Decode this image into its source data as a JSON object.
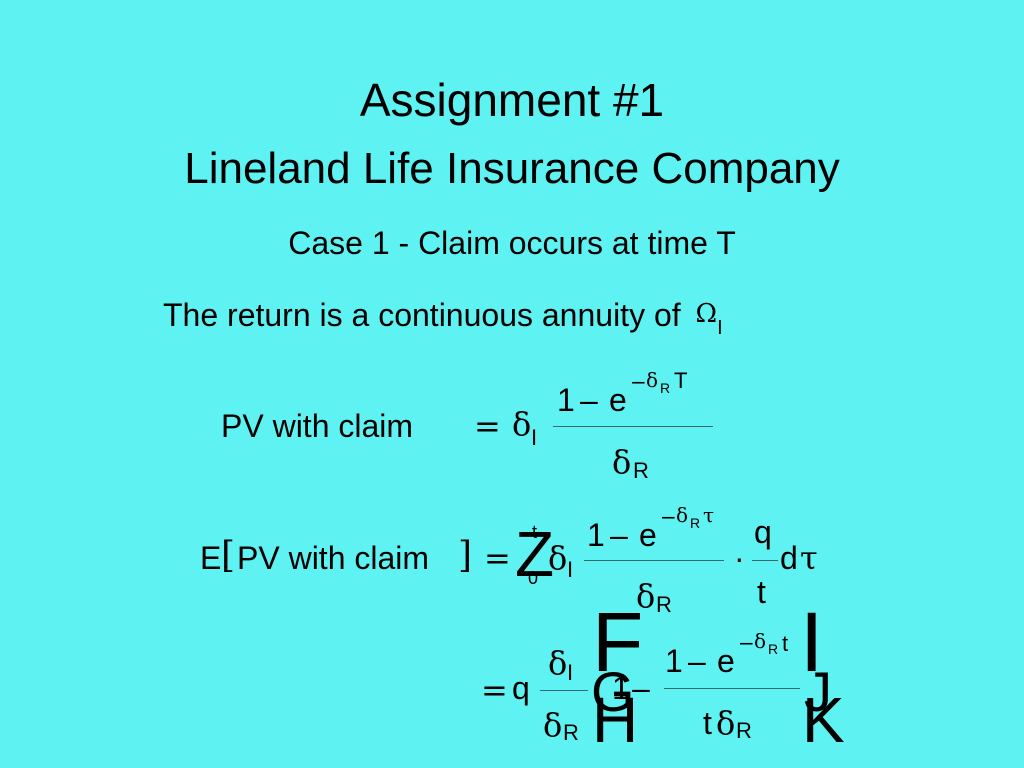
{
  "title": {
    "line1": "Assignment #1",
    "line2": "Lineland Life Insurance Company"
  },
  "case_text": "Case 1 - Claim occurs at time T",
  "annuity": {
    "text": "The return is a continuous annuity of",
    "symbol": "Ω",
    "subscript": "I"
  },
  "eq1": {
    "lhs": "PV with claim",
    "equals": "=",
    "delta": "δ",
    "sub_I": "I",
    "num_one": "1",
    "minus": "–",
    "e": "e",
    "exp_minus": "−",
    "exp_delta": "δ",
    "exp_sub_R": "R",
    "exp_T": "T",
    "den_delta": "δ",
    "den_sub_R": "R"
  },
  "eq2": {
    "E": "E",
    "lbracket": "[",
    "lhs": "PV with claim",
    "rbracket": "]",
    "equals": "=",
    "integral_Z": "Z",
    "int_upper": "t",
    "int_lower": "0",
    "delta": "δ",
    "sub_I": "I",
    "num_one": "1",
    "minus": "–",
    "e": "e",
    "exp_minus": "−",
    "exp_delta": "δ",
    "exp_sub_R": "R",
    "exp_tau": "τ",
    "den_delta": "δ",
    "den_sub_R": "R",
    "dot": "·",
    "q": "q",
    "t": "t",
    "d": "d",
    "tau": "τ"
  },
  "eq3": {
    "equals": "=",
    "q": "q",
    "num_delta": "δ",
    "num_sub_I": "I",
    "den_delta": "δ",
    "den_sub_R": "R",
    "bracket_F": "F",
    "bracket_G": "G",
    "bracket_H": "H",
    "one": "1",
    "minus": "–",
    "inner_one": "1",
    "inner_minus": "–",
    "e": "e",
    "exp_minus": "−",
    "exp_delta": "δ",
    "exp_sub_R": "R",
    "exp_t": "t",
    "den_t": "t",
    "den_delta2": "δ",
    "den_sub_R2": "R",
    "rb_I": "I",
    "rb_J": "J",
    "rb_K": "K"
  }
}
